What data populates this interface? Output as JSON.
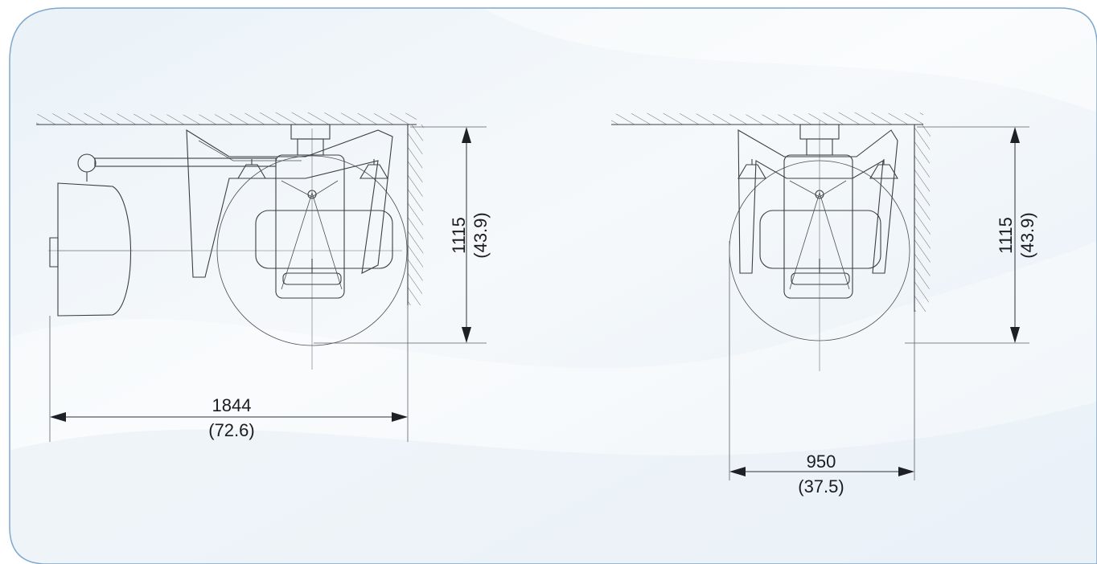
{
  "side_view": {
    "height_dimension": {
      "value": "1115",
      "inch": "(43.9)"
    },
    "width_dimension": {
      "value": "1844",
      "inch": "(72.6)"
    }
  },
  "front_view": {
    "height_dimension": {
      "value": "1115",
      "inch": "(43.9)"
    },
    "width_dimension": {
      "value": "950",
      "inch": "(37.5)"
    }
  },
  "colors": {
    "frame_border": "#7fa8cf",
    "background_light": "#f4f8fb",
    "background_blue": "#e6f0f7",
    "line": "#3b3f44"
  }
}
